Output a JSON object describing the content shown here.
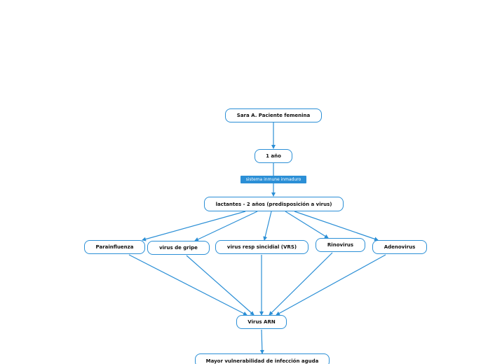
{
  "diagram": {
    "colors": {
      "stroke": "#2b8fd6",
      "label_fill": "#2b8fd6",
      "node_fill": "#ffffff",
      "text": "#111111"
    },
    "nodes": {
      "patient": "Sara A. Paciente femenina",
      "age": "1 año",
      "infants": "lactantes - 2 años (predisposición a virus)",
      "parainfluenza": "Parainfluenza",
      "flu": "virus de gripe",
      "vrs": "virus resp sincidial (VRS)",
      "rhinovirus": "Rinovirus",
      "adenovirus": "Adenovirus",
      "arn": "Virus ARN",
      "vulnerability": "Mayor vulnerabilidad de infección aguda"
    },
    "edge_labels": {
      "immune": "sistema inmune inmaduro"
    }
  }
}
